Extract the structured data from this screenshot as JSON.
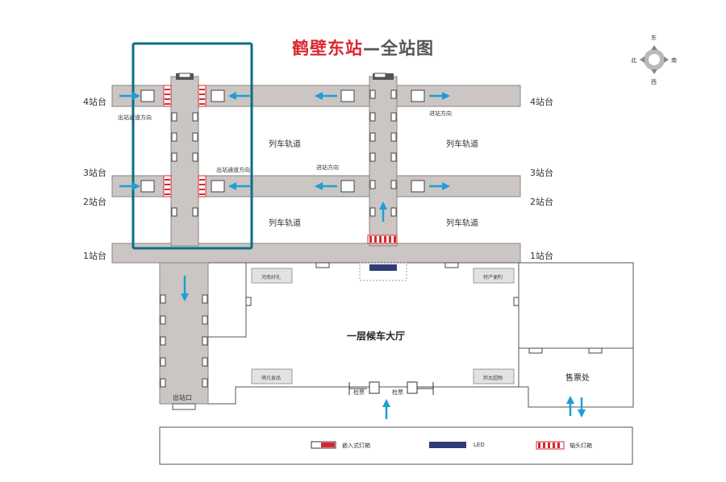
{
  "title": {
    "station": "鹤壁东站",
    "suffix": "—全站图"
  },
  "compass": {
    "east": "东",
    "west": "西",
    "south": "南",
    "north": "北"
  },
  "platforms": {
    "p4": "4站台",
    "p3": "3站台",
    "p2": "2站台",
    "p1": "1站台"
  },
  "tracks": {
    "label": "列车轨道"
  },
  "directions": {
    "exit_passage_1": "出站通道方向",
    "exit_passage_2": "出站通道方向",
    "entry_1": "进站方向",
    "entry_2": "进站方向"
  },
  "hall": {
    "name": "一层候车大厅",
    "ticket_office": "售票处",
    "exit": "出站口"
  },
  "shops": {
    "s1": "河南好礼",
    "s2": "特产便利",
    "s3": "萌凡食品",
    "s4": "邦太超物"
  },
  "gates": {
    "g1": "检票",
    "g2": "检票"
  },
  "legend": {
    "embedded": "嵌入式灯箱",
    "led": "LED",
    "header": "轴头灯箱"
  },
  "colors": {
    "highlight": "#0a6f80",
    "arrow": "#1c9fd6",
    "red": "#d9272e",
    "floor": "#cbc5c3",
    "led": "#2e3d78"
  }
}
